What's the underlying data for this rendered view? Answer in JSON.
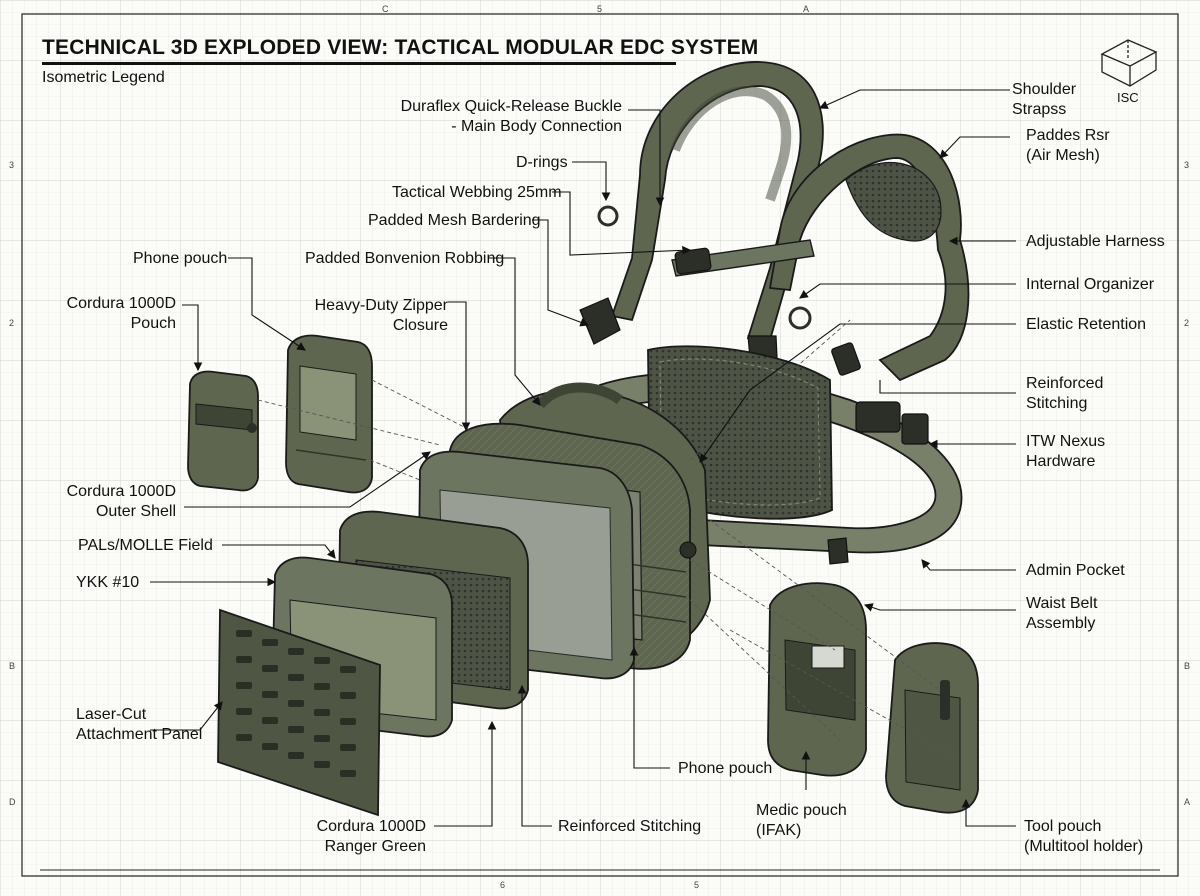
{
  "header": {
    "title": "TECHNICAL 3D EXPLODED VIEW: TACTICAL MODULAR EDC SYSTEM",
    "subtitle": "Isometric Legend",
    "corner_badge": "ISC"
  },
  "border_marks": {
    "top": [
      "C",
      "5",
      "A"
    ],
    "bottom": [
      "6",
      "5"
    ],
    "left": [
      "3",
      "2",
      "B",
      "D"
    ],
    "right": [
      "3",
      "2",
      "B",
      "A"
    ]
  },
  "callouts": {
    "shoulder_straps": "Shoulder\nStrapss",
    "padded_rsr": "Paddes Rsr\n(Air Mesh)",
    "quick_release_buckle": "Duraflex Quick-Release Buckle\n- Main Body Connection",
    "d_rings": "D-rings",
    "tactical_webbing": "Tactical Webbing 25mm",
    "padded_mesh_bardering": "Padded Mesh Bardering",
    "padded_bonvenion_robbing": "Padded Bonvenion Robbing",
    "phone_pouch_top": "Phone pouch",
    "cordura_pouch": "Cordura 1000D\nPouch",
    "heavy_duty_zipper": "Heavy-Duty Zipper\nClosure",
    "adjustable_harness": "Adjustable Harness",
    "internal_organizer": "Internal Organizer",
    "elastic_retention": "Elastic Retention",
    "reinforced_stitching_right": "Reinforced\nStitching",
    "itw_nexus": "ITW Nexus\nHardware",
    "outer_shell": "Cordura 1000D\nOuter Shell",
    "pals_molle": "PALs/MOLLE Field",
    "ykk": "YKK #10",
    "admin_pocket": "Admin Pocket",
    "waist_belt": "Waist Belt\nAssembly",
    "laser_cut_panel": "Laser-Cut\nAttachment Panel",
    "phone_pouch_bottom": "Phone pouch",
    "medic_pouch": "Medic pouch\n(IFAK)",
    "tool_pouch": "Tool pouch\n(Multitool holder)",
    "cordura_ranger": "Cordura 1000D\nRanger Green",
    "reinforced_stitching_bottom": "Reinforced Stitching"
  },
  "colors": {
    "olive": "#5e6650",
    "olive_light": "#8a9278",
    "olive_dark": "#3f4535",
    "mesh": "#4a4f45",
    "grid": "#d9ddd6",
    "ink": "#1a1a1a"
  }
}
